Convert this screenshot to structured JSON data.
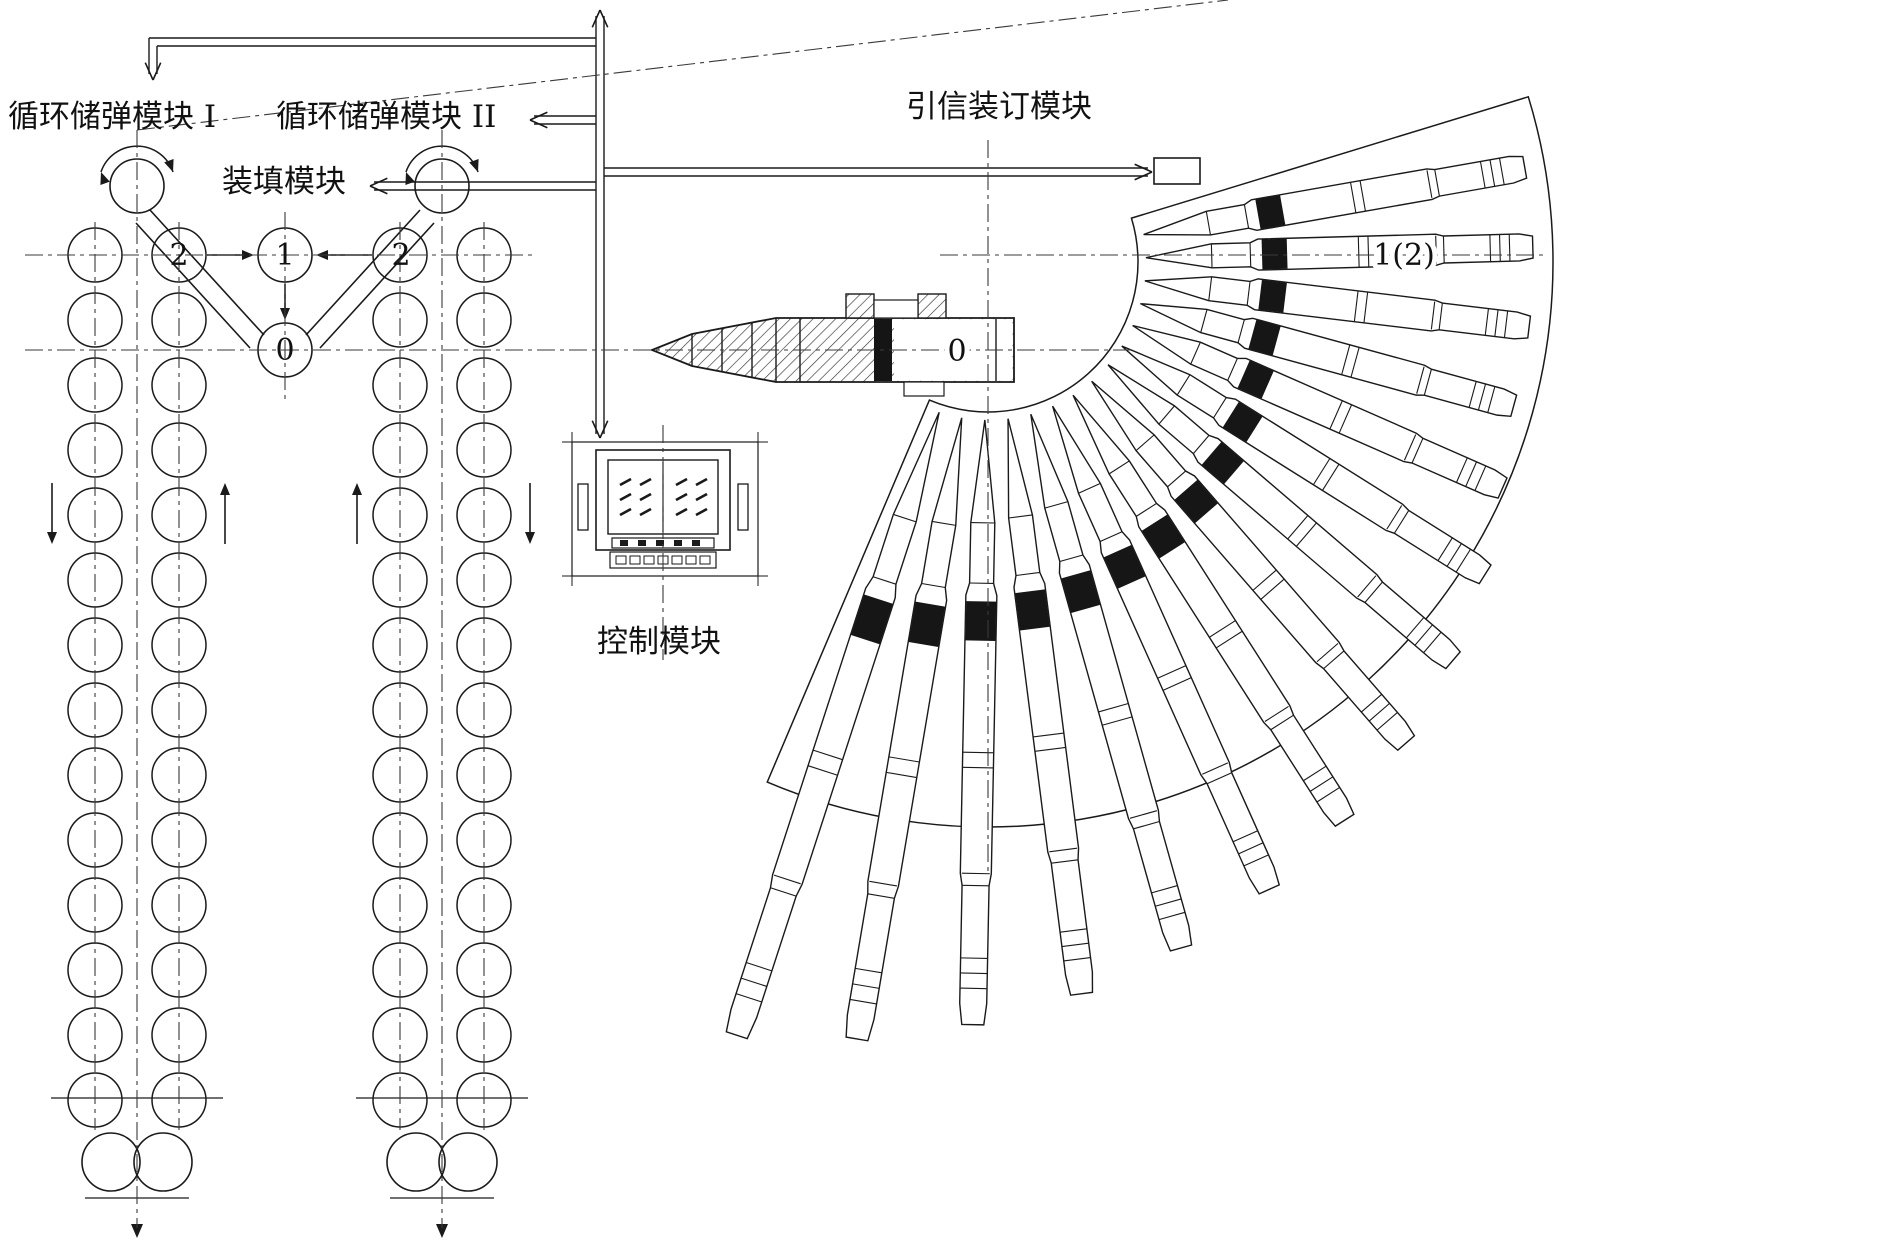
{
  "diagram": {
    "labels": {
      "module1": "循环储弹模块 I",
      "module2": "循环储弹模块 II",
      "loading": "装填模块",
      "fuze": "引信装订模块",
      "control": "控制模块"
    },
    "positions": {
      "left_pos2a": "2",
      "left_pos1": "1",
      "left_pos2b": "2",
      "left_pos0": "0",
      "shell_pos0": "0",
      "fan_pos": "1(2)"
    },
    "colors": {
      "line": "#1a1a1a",
      "centerline": "#3a3a3a",
      "background": "#ffffff"
    }
  }
}
